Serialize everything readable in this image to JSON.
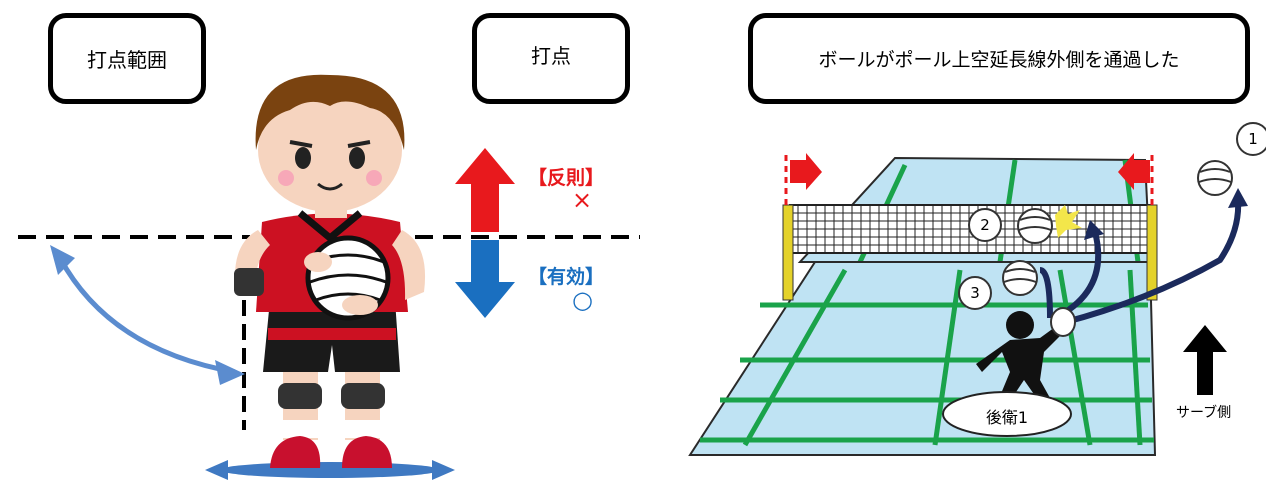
{
  "left_panel": {
    "range_label": "打点範囲",
    "point_label": "打点",
    "foul_label": "【反則】",
    "foul_mark": "×",
    "valid_label": "【有効】",
    "valid_mark": "○"
  },
  "right_panel": {
    "title": "ボールがポール上空延長線外側を通過した",
    "ball_numbers": [
      "1",
      "2",
      "3"
    ],
    "player_label": "後衛1",
    "serve_side_label": "サーブ側"
  },
  "colors": {
    "foul_red": "#e8191d",
    "valid_blue": "#1a6fc0",
    "court_blue": "#bfe3f3",
    "court_lines": "#1aa34a",
    "trajectory": "#1b2a5c",
    "uniform_red": "#cc1122"
  }
}
